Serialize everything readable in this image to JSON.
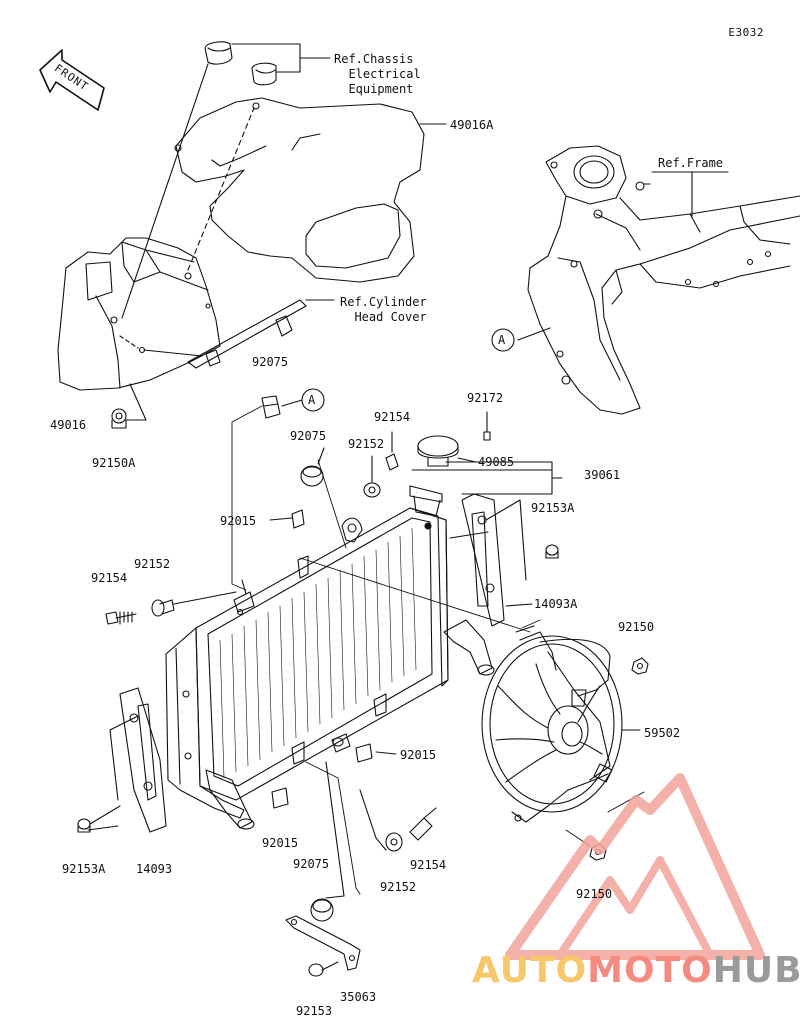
{
  "diagram_code": "E3032",
  "front_label": "FRONT",
  "refs": {
    "chassis": "Ref.Chassis\n  Electrical\n  Equipment",
    "frame": "Ref.Frame",
    "cylinder": "Ref.Cylinder\n  Head Cover"
  },
  "callout_letter": "A",
  "parts": {
    "p49016A": "49016A",
    "p49016": "49016",
    "p92150A": "92150A",
    "p92075_a": "92075",
    "p92075_b": "92075",
    "p92075_c": "92075",
    "p92015_a": "92015",
    "p92015_b": "92015",
    "p92015_c": "92015",
    "p92154_a": "92154",
    "p92154_b": "92154",
    "p92154_c": "92154",
    "p92152_a": "92152",
    "p92152_b": "92152",
    "p92152_c": "92152",
    "p92172": "92172",
    "p49085": "49085",
    "p39061": "39061",
    "p92153A_a": "92153A",
    "p92153A_b": "92153A",
    "p14093A": "14093A",
    "p14093": "14093",
    "p92150_a": "92150",
    "p92150_b": "92150",
    "p59502": "59502",
    "p92153": "92153",
    "p35063": "35063"
  },
  "watermark": {
    "auto": "AUTO",
    "moto": "MOTO",
    "hub": "HUB",
    "colors": {
      "auto": "#f7c76a",
      "moto": "#f48a80",
      "hub": "#9a9a9a",
      "logo": "#f2a49c"
    }
  }
}
